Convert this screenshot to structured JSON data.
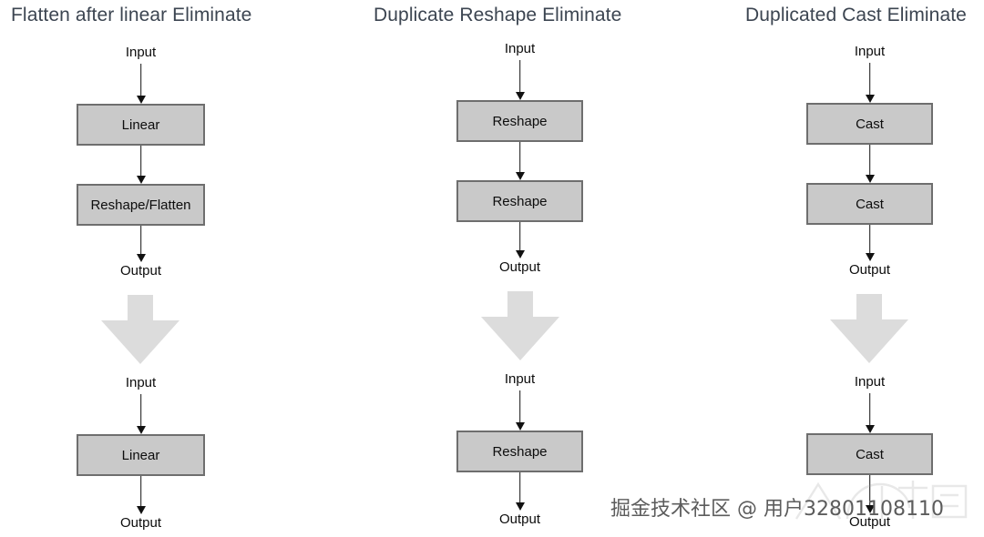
{
  "page": {
    "background": "#ffffff",
    "title_color": "#3c4551",
    "box_fill": "#c9c9c9",
    "box_border": "#6e6e6e",
    "arrow_color": "#111111",
    "big_arrow_color": "#dcdcdc"
  },
  "panels": [
    {
      "title": "Flatten after linear Eliminate",
      "before": {
        "input_label": "Input",
        "output_label": "Output",
        "nodes": [
          {
            "label": "Linear"
          },
          {
            "label": "Reshape/Flatten"
          }
        ]
      },
      "after": {
        "input_label": "Input",
        "output_label": "Output",
        "nodes": [
          {
            "label": "Linear"
          }
        ]
      }
    },
    {
      "title": "Duplicate Reshape Eliminate",
      "before": {
        "input_label": "Input",
        "output_label": "Output",
        "nodes": [
          {
            "label": "Reshape"
          },
          {
            "label": "Reshape"
          }
        ]
      },
      "after": {
        "input_label": "Input",
        "output_label": "Output",
        "nodes": [
          {
            "label": "Reshape"
          }
        ]
      }
    },
    {
      "title": "Duplicated Cast Eliminate",
      "before": {
        "input_label": "Input",
        "output_label": "Output",
        "nodes": [
          {
            "label": "Cast"
          },
          {
            "label": "Cast"
          }
        ]
      },
      "after": {
        "input_label": "Input",
        "output_label": "Output",
        "nodes": [
          {
            "label": "Cast"
          }
        ]
      }
    }
  ],
  "watermark": {
    "text": "掘金技术社区 @ 用户32801108110"
  }
}
